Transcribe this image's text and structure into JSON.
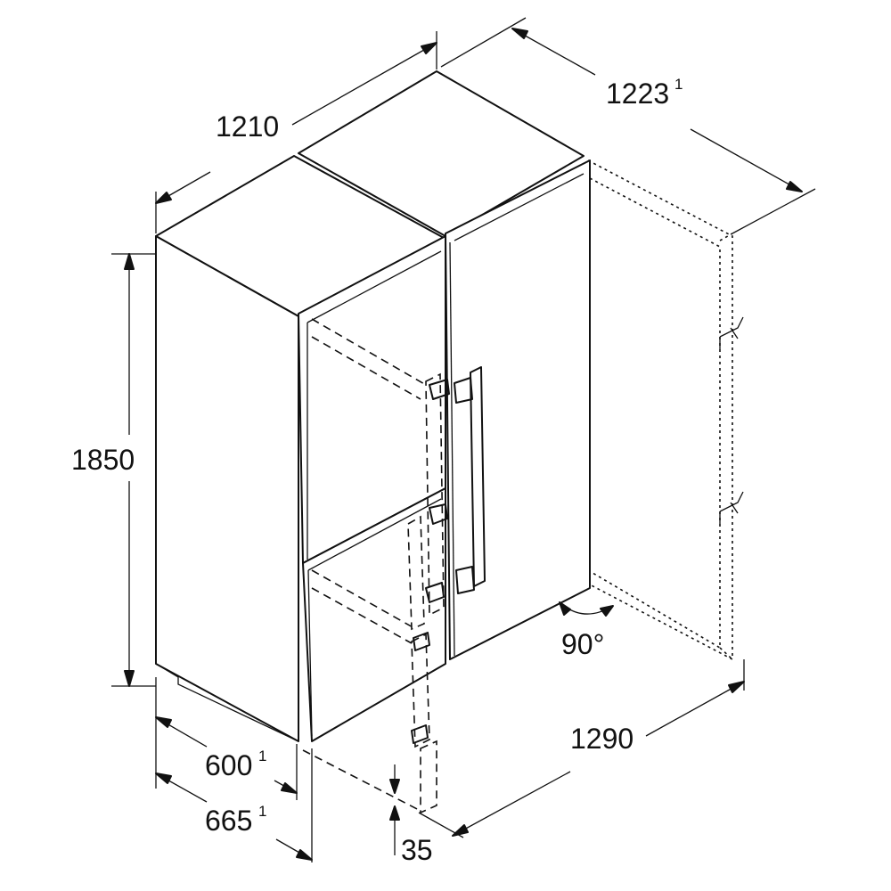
{
  "dimensions": {
    "width_total": {
      "value": "1210"
    },
    "width_door_open": {
      "value": "1223",
      "note": "1"
    },
    "height": {
      "value": "1850"
    },
    "depth": {
      "value": "600",
      "note": "1"
    },
    "depth_with_handle": {
      "value": "665",
      "note": "1"
    },
    "door_offset": {
      "value": "35"
    },
    "door_open_depth": {
      "value": "1290"
    },
    "door_angle": {
      "value": "90°"
    }
  },
  "colors": {
    "line": "#111111",
    "background": "#ffffff"
  }
}
